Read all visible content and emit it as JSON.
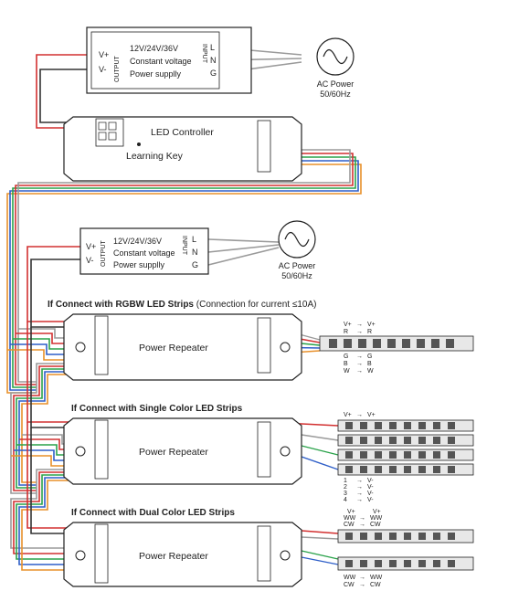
{
  "top_psu": {
    "lines": [
      "12V/24V/36V",
      "Constant voltage",
      "Power supplly"
    ],
    "out_plus": "V+",
    "out_minus": "V-",
    "output_label": "OUTPUT",
    "in_l": "L",
    "in_n": "N",
    "in_g": "G",
    "input_label": "INPUT"
  },
  "top_ac": {
    "line1": "AC Power",
    "line2": "50/60Hz"
  },
  "controller": {
    "title": "LED Controller",
    "learning_key": "Learning Key"
  },
  "mid_psu": {
    "lines": [
      "12V/24V/36V",
      "Constant voltage",
      "Power supplly"
    ],
    "out_plus": "V+",
    "out_minus": "V-",
    "output_label": "OUTPUT",
    "in_l": "L",
    "in_n": "N",
    "in_g": "G",
    "input_label": "INPUT"
  },
  "mid_ac": {
    "line1": "AC Power",
    "line2": "50/60Hz"
  },
  "section1": {
    "heading_bold": "If Connect with RGBW LED Strips",
    "heading_note": " (Connection for current ≤10A)",
    "repeater": "Power Repeater",
    "map_left": [
      "V+",
      "R",
      "G",
      "B",
      "W"
    ],
    "map_right": [
      "V+",
      "R",
      "G",
      "B",
      "W"
    ]
  },
  "section2": {
    "heading_bold": "If Connect with Single Color LED Strips",
    "repeater": "Power Repeater",
    "map_left": [
      "V+",
      "1",
      "2",
      "3",
      "4"
    ],
    "map_right": [
      "V+",
      "V-",
      "V-",
      "V-",
      "V-"
    ]
  },
  "section3": {
    "heading_bold": "If Connect with Dual Color LED Strips",
    "repeater": "Power Repeater",
    "map_top_left": [
      "V+",
      "WW",
      "CW"
    ],
    "map_top_right": [
      "V+",
      "WW",
      "CW"
    ],
    "map_bot_left": [
      "WW",
      "CW"
    ],
    "map_bot_right": [
      "WW",
      "CW"
    ]
  },
  "arrow_glyph": "→",
  "wire_colors": {
    "red": "#d23030",
    "green": "#2aa24a",
    "blue": "#2f5fc8",
    "white": "#9a9a9a",
    "black": "#333333",
    "orange": "#e8902a"
  }
}
